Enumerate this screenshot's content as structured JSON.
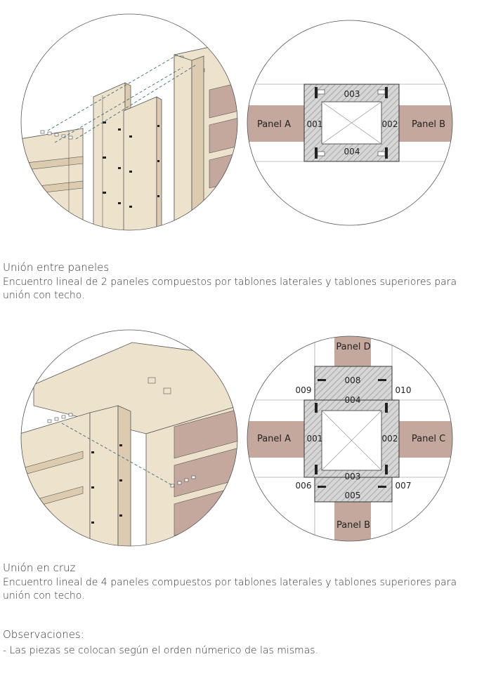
{
  "figure1": {
    "labels": {
      "panel_a": "Panel A",
      "panel_b": "Panel B",
      "p001": "001",
      "p002": "002",
      "p003": "003",
      "p004": "004"
    }
  },
  "section1": {
    "title": "Unión entre paneles",
    "description": "Encuentro lineal de 2 paneles compuestos por tablones laterales y tablones superiores para unión con techo."
  },
  "figure2": {
    "labels": {
      "panel_a": "Panel A",
      "panel_b": "Panel B",
      "panel_c": "Panel C",
      "panel_d": "Panel D",
      "p001": "001",
      "p002": "002",
      "p003": "003",
      "p004": "004",
      "p005": "005",
      "p006": "006",
      "p007": "007",
      "p008": "008",
      "p009": "009",
      "p010": "010"
    }
  },
  "section2": {
    "title": "Unión en cruz",
    "description": "Encuentro lineal de 4 paneles compuestos por tablones laterales y tablones superiores para unión con techo."
  },
  "notes": {
    "title": "Observaciones:",
    "items": [
      "- Las piezas se colocan según el orden númerico de las mismas."
    ]
  },
  "colors": {
    "panel": "#c4a89e",
    "wood": "#ede2cc",
    "wood_dark": "#dccbae",
    "hatch": "#7a7a7a",
    "dashed": "#3a6e78"
  }
}
